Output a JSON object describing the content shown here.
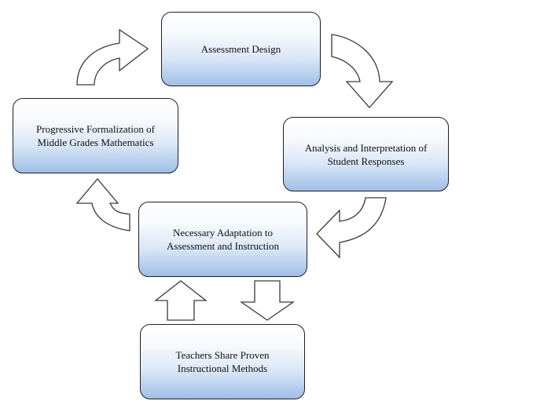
{
  "boxes": {
    "assessment_design": {
      "line1": "Assessment Design",
      "line2": ""
    },
    "analysis": {
      "line1": "Analysis and Interpretation of",
      "line2": "Student Responses"
    },
    "adaptation": {
      "line1": "Necessary Adaptation to",
      "line2": "Assessment and Instruction"
    },
    "progressive": {
      "line1": "Progressive Formalization of",
      "line2": "Middle Grades Mathematics"
    },
    "teachers": {
      "line1": "Teachers Share Proven",
      "line2": "Instructional Methods"
    }
  },
  "colors": {
    "box_gradient_top": "#ffffff",
    "box_gradient_bottom": "#9fbfe8",
    "border": "#1f1f1f",
    "arrow_fill": "#ffffff",
    "arrow_stroke": "#3a3a3a"
  }
}
